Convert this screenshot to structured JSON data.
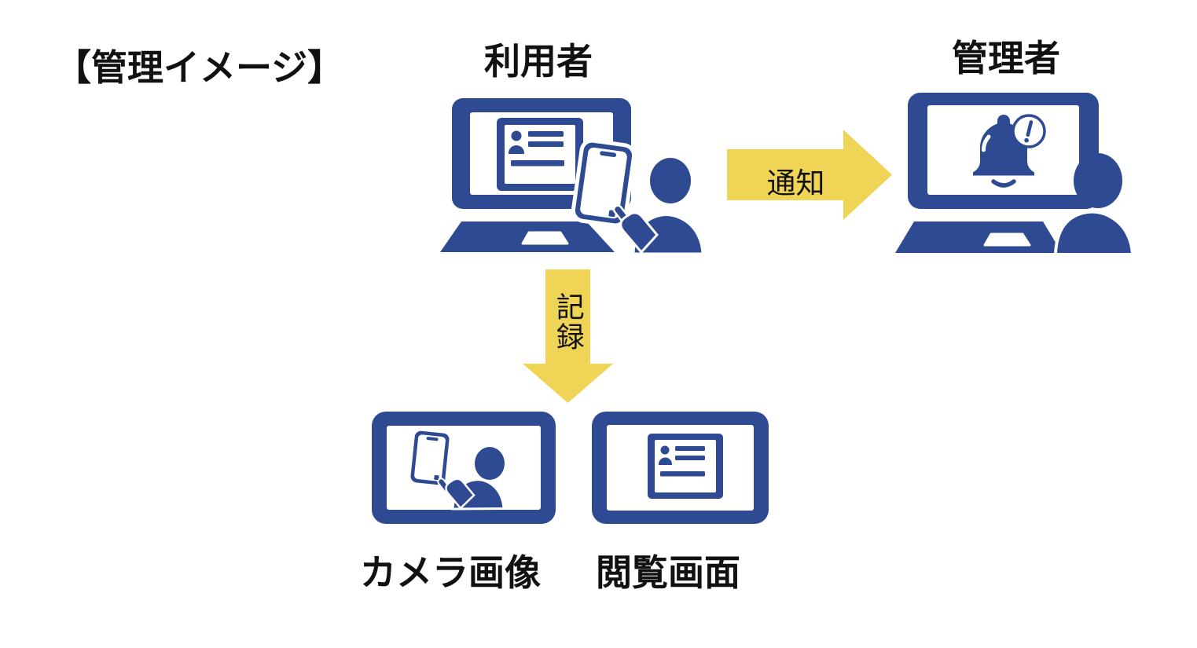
{
  "title": "【管理イメージ】",
  "nodes": {
    "user": {
      "label": "利用者"
    },
    "admin": {
      "label": "管理者"
    },
    "camera": {
      "label": "カメラ画像"
    },
    "viewer": {
      "label": "閲覧画面"
    }
  },
  "arrows": {
    "notify": {
      "label": "通知",
      "direction": "right",
      "from": "user",
      "to": "admin"
    },
    "record": {
      "label": "記録",
      "direction": "down",
      "from": "user",
      "to": "camera-and-viewer"
    }
  },
  "colors": {
    "icon_blue": "#2E4A93",
    "arrow_yellow": "#F0D456",
    "text_black": "#111111",
    "background": "#FFFFFF"
  }
}
